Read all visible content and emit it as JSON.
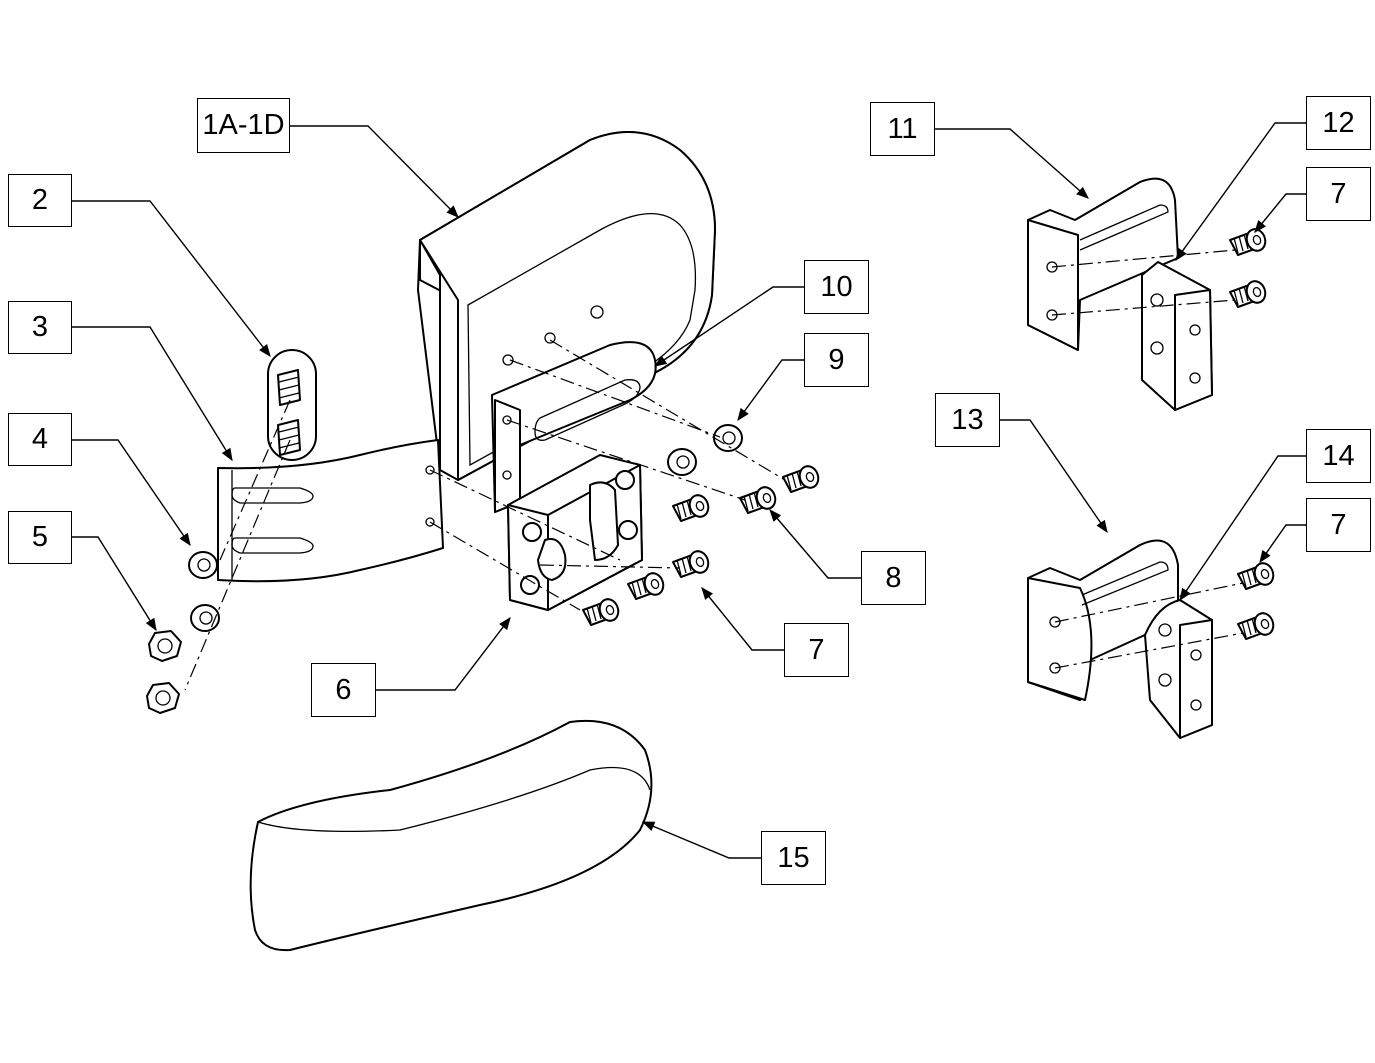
{
  "labels": {
    "l_1a1d": "1A-1D",
    "l_2": "2",
    "l_3": "3",
    "l_4": "4",
    "l_5": "5",
    "l_6": "6",
    "l_7a": "7",
    "l_8": "8",
    "l_9": "9",
    "l_10": "10",
    "l_11": "11",
    "l_12": "12",
    "l_7b": "7",
    "l_13": "13",
    "l_14": "14",
    "l_7c": "7",
    "l_15": "15"
  },
  "colors": {
    "line": "#000000",
    "background": "#ffffff"
  }
}
